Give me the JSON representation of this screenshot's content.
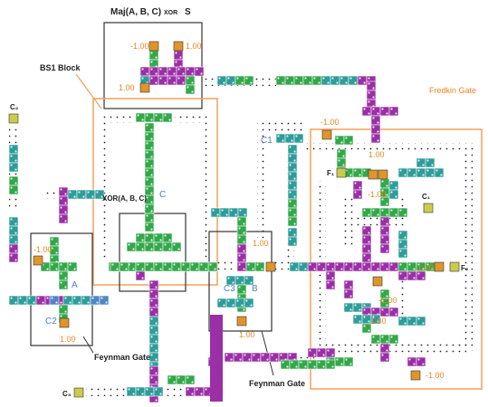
{
  "title": {
    "maj": "Maj(A, B, C)",
    "xor": "XOR",
    "s": "S"
  },
  "labels": {
    "bs1_block": "BS1 Block",
    "fredkin_gate": "Fredkin Gate",
    "feynman_gate_left": "Feynman Gate",
    "feynman_gate_right": "Feynman Gate",
    "xor_abc": "XOR(A, B, C)"
  },
  "signals": {
    "a": "A",
    "b": "B",
    "c": "C",
    "c1_left": "C1",
    "c1_fredkin": "C₁",
    "c2_top": "C₂",
    "c2_feynman": "C2",
    "c3_mid": "C3",
    "c3_bottom": "C₃",
    "f1": "F₁",
    "f2": "F₂"
  },
  "values": {
    "v_maj_top_left": "-1.00",
    "v_maj_top_right": "1.00",
    "v_maj_bottom_left": "1.00",
    "v_fredkin_1": "-1.00",
    "v_fredkin_2": "1.00",
    "v_fredkin_3": "-1.00",
    "v_fredkin_4": "-1.00",
    "v_fredkin_5": "-1.00",
    "v_fredkin_6": "1.00",
    "v_fredkin_7": "-1.00",
    "v_feynman_left_1": "-1.00",
    "v_feynman_left_2": "1.00",
    "v_feynman_right_1": "1.00",
    "v_feynman_right_2": "1.00"
  },
  "colors": {
    "green": "#33a84a",
    "teal": "#2e9d9a",
    "purple": "#9a2fa6",
    "blue": "#4f86c6",
    "orange_cell": "#e0952a",
    "lime": "#c8cc4e",
    "orange_box": "#f4a05a",
    "label_orange": "#e8871e",
    "label_blue": "#4f7fc0",
    "wire_dot": "#222222",
    "box_border": "#333333"
  }
}
